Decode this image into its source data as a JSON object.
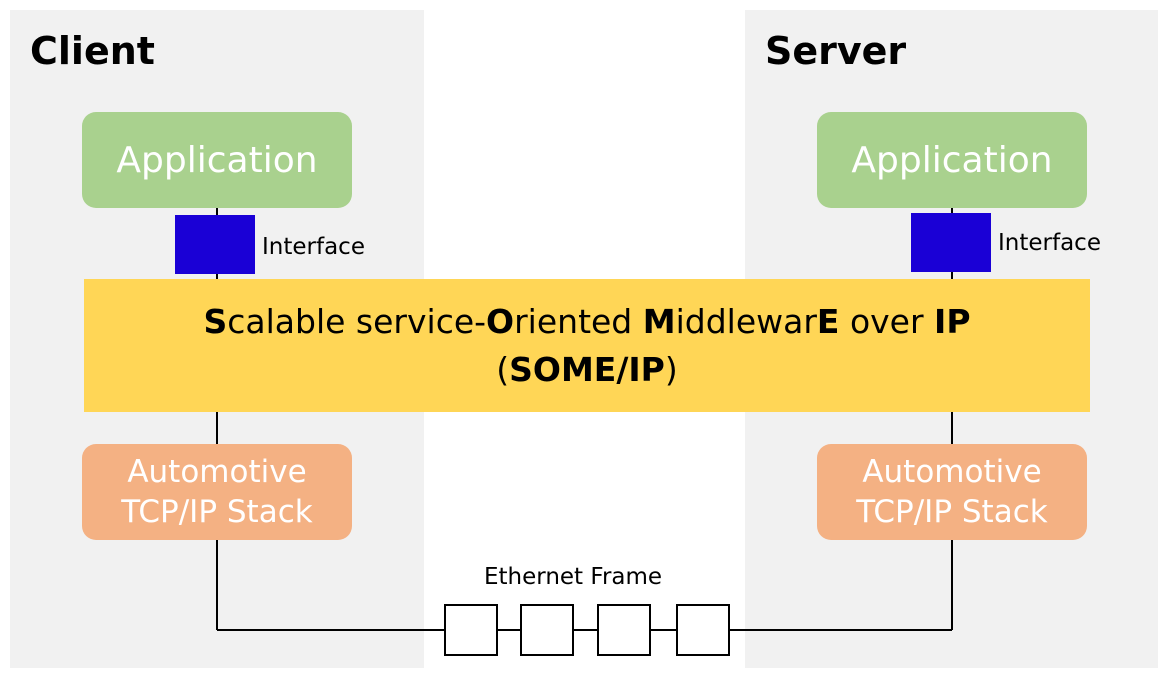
{
  "client": {
    "title": "Client",
    "application_label": "Application",
    "interface_label": "Interface",
    "tcp_line1": "Automotive",
    "tcp_line2": "TCP/IP Stack"
  },
  "server": {
    "title": "Server",
    "application_label": "Application",
    "interface_label": "Interface",
    "tcp_line1": "Automotive",
    "tcp_line2": "TCP/IP Stack"
  },
  "middleware": {
    "line1_parts": [
      {
        "text": "S",
        "bold": true
      },
      {
        "text": "calable service-",
        "bold": false
      },
      {
        "text": "O",
        "bold": true
      },
      {
        "text": "riented ",
        "bold": false
      },
      {
        "text": "M",
        "bold": true
      },
      {
        "text": "iddlewar",
        "bold": false
      },
      {
        "text": "E",
        "bold": true
      },
      {
        "text": " over ",
        "bold": false
      },
      {
        "text": "IP",
        "bold": true
      }
    ],
    "line2_parts": [
      {
        "text": "(",
        "bold": false
      },
      {
        "text": "SOME/IP",
        "bold": true
      },
      {
        "text": ")",
        "bold": false
      }
    ]
  },
  "ethernet": {
    "label": "Ethernet Frame",
    "frame_count": 4
  },
  "colors": {
    "panel_bg": "#f1f1f1",
    "application": "#a9d18e",
    "tcp_stack": "#f4b183",
    "interface": "#1a00d6",
    "middleware": "#ffd656",
    "wire": "#000000"
  }
}
